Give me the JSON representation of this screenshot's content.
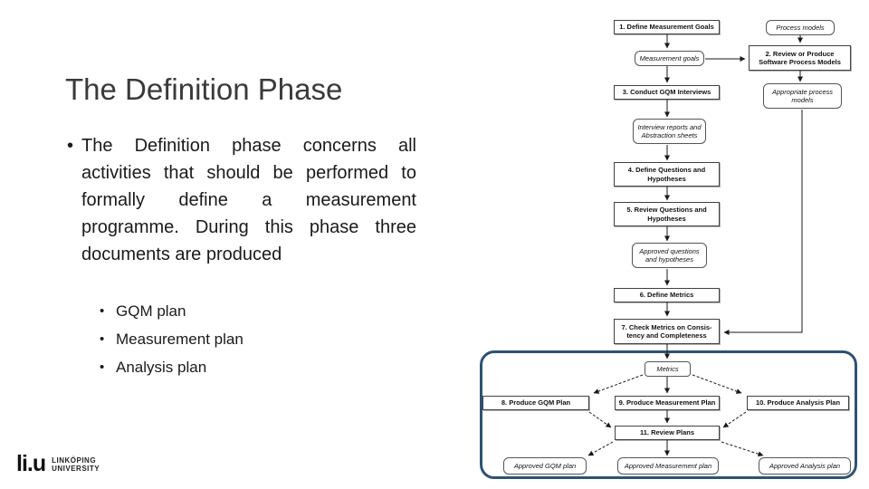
{
  "slide": {
    "title": "The Definition Phase",
    "bullet_char": "•",
    "bullet": "The Definition phase concerns all activities that should be performed to formally define a measurement programme. During this phase three documents are produced",
    "sub_bullets": [
      "GQM plan",
      "Measurement plan",
      "Analysis plan"
    ],
    "logo": {
      "mark": "li.u",
      "line1": "LINKÖPING",
      "line2": "UNIVERSITY"
    }
  },
  "flowchart": {
    "processes": {
      "p1": "1. Define Measurement Goals",
      "p2": "2. Review or Produce\nSoftware Process Models",
      "p3": "3. Conduct GQM Interviews",
      "p4": "4. Define Questions and\nHypotheses",
      "p5": "5. Review Questions and\nHypotheses",
      "p6": "6. Define Metrics",
      "p7": "7. Check Metrics on Consis-\ntency and Completeness",
      "p8": "8. Produce GQM Plan",
      "p9": "9. Produce Measurement Plan",
      "p10": "10. Produce Analysis Plan",
      "p11": "11. Review Plans"
    },
    "artifacts": {
      "process_models": "Process models",
      "measurement_goals": "Measurement goals",
      "appropriate_process_models": "Appropriate process\nmodels",
      "interview_reports": "Interview reports and\nAbstraction sheets",
      "approved_questions": "Approved questions\nand hypotheses",
      "metrics": "Metrics",
      "approved_gqm_plan": "Approved GQM plan",
      "approved_measurement_plan": "Approved Measurement plan",
      "approved_analysis_plan": "Approved Analysis plan"
    },
    "colors": {
      "highlight_border": "#2e5273",
      "box_border": "#414141",
      "arrow": "#1a1a1a"
    }
  }
}
